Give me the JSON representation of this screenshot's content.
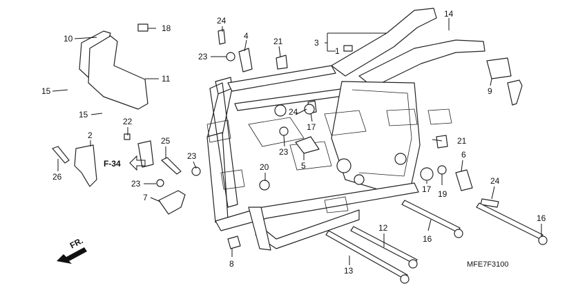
{
  "diagram": {
    "code": "MFE7F3100",
    "ref_page": "F-34",
    "direction": "FR.",
    "callouts": [
      "1",
      "2",
      "3",
      "4",
      "5",
      "6",
      "7",
      "8",
      "9",
      "10",
      "11",
      "12",
      "13",
      "14",
      "15",
      "16",
      "17",
      "18",
      "19",
      "20",
      "21",
      "22",
      "23",
      "24",
      "25",
      "26"
    ]
  }
}
